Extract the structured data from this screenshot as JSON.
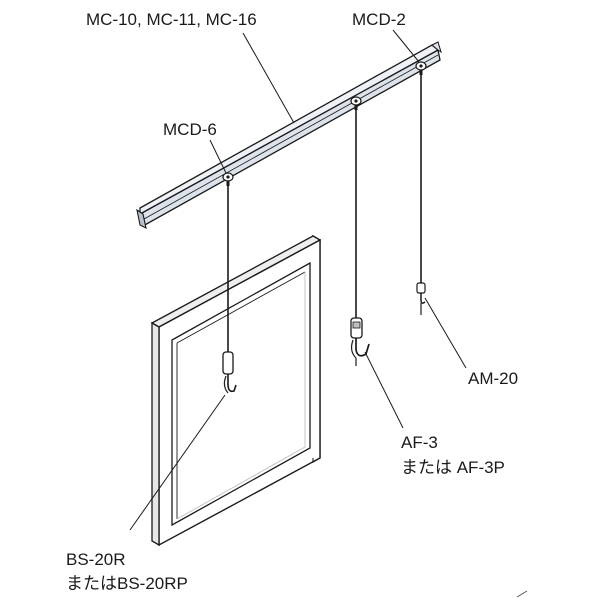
{
  "colors": {
    "line": "#1a1a1a",
    "rail_face": "#dde3ea",
    "rail_top": "#eef2f6",
    "rail_shadow": "#b9c2cc",
    "frame_face": "#ffffff",
    "frame_side": "#d9d9d9",
    "frame_inner_shadow": "#bfbfbf"
  },
  "components": [
    {
      "id": "rail",
      "label": "MC-10, MC-11, MC-16"
    },
    {
      "id": "runner-right",
      "label": "MCD-2"
    },
    {
      "id": "runner-left",
      "label": "MCD-6"
    },
    {
      "id": "hook-small",
      "label": "AM-20"
    },
    {
      "id": "hook-mid",
      "label": "AF-3",
      "label_alt": "または AF-3P"
    },
    {
      "id": "hook-left",
      "label": "BS-20R",
      "label_alt": "またはBS-20RP"
    }
  ],
  "icons": [
    "ceiling-rail-icon",
    "picture-frame-icon",
    "hook-icon",
    "wire-icon"
  ]
}
